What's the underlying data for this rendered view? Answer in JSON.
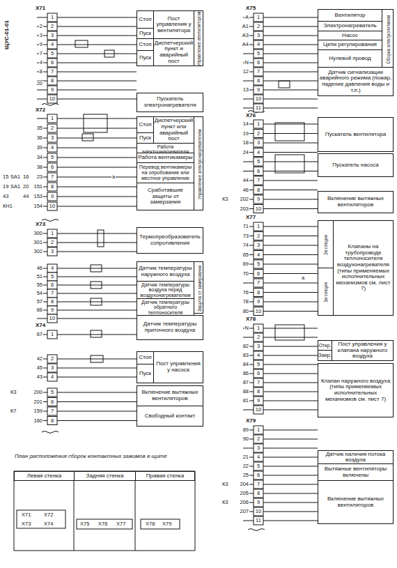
{
  "diagram": {
    "title": "ЩУС-01-01",
    "nodes": [
      {
        "text": [
          "Стоп"
        ]
      },
      {
        "text": [
          "Пуск"
        ]
      },
      {
        "text": [
          "Стоп"
        ]
      },
      {
        "text": [
          "Пуск"
        ]
      },
      {
        "text": [
          "Пост управления у вентилятора"
        ]
      },
      {
        "text": [
          "Диспетчерский пункт и аварийный пост"
        ]
      },
      {
        "text": [
          "Управление вентилятором"
        ]
      },
      {
        "text": [
          "Пускатель электронагревателя"
        ]
      },
      {
        "text": [
          "Стоп"
        ]
      },
      {
        "text": [
          "Пуск"
        ]
      },
      {
        "text": [
          "Диспетчерский пункт или аварийный пост"
        ]
      },
      {
        "text": [
          "Управление электронагревателем"
        ]
      },
      {
        "text": [
          "Работа электронагревателя"
        ]
      },
      {
        "text": [
          "Работа вентикамеры"
        ]
      },
      {
        "text": [
          "Перевод вентикамеры на опробование или местное управление"
        ]
      },
      {
        "text": [
          "Сработавшие защиты от замерзания"
        ]
      },
      {
        "text": [
          "Термопреобразователь сопротивления"
        ]
      },
      {
        "text": [
          "Датчик температуры наружного воздуха"
        ]
      },
      {
        "text": [
          "Датчик температуры воздуха перед воздухонагревателем"
        ]
      },
      {
        "text": [
          "Датчик температуры обратного теплоносителя"
        ]
      },
      {
        "text": [
          "Защита от замерзания"
        ]
      },
      {
        "text": [
          "Датчик температуры приточного воздуха"
        ]
      },
      {
        "text": [
          "Стоп"
        ]
      },
      {
        "text": [
          "Пуск"
        ]
      },
      {
        "text": [
          "Пост управления у насоса"
        ]
      },
      {
        "text": [
          "Включение вытяжных вентиляторов"
        ]
      },
      {
        "text": [
          "Свободный контакт"
        ]
      },
      {
        "text": [
          "Левая стенка"
        ]
      },
      {
        "text": [
          "Задняя стенка"
        ]
      },
      {
        "text": [
          "Правая стенка"
        ]
      },
      {
        "text": [
          "Вентилятор"
        ]
      },
      {
        "text": [
          "Электронагреватель"
        ]
      },
      {
        "text": [
          "Насос"
        ]
      },
      {
        "text": [
          "Цепи регулирования"
        ]
      },
      {
        "text": [
          "Нулевой провод"
        ]
      },
      {
        "text": [
          "Сборка электропитания"
        ]
      },
      {
        "text": [
          "Датчик сигнализации аварийного режима (пожар, падение давления воды и т.п.)"
        ]
      },
      {
        "text": [
          "Пускатель вентилятора"
        ]
      },
      {
        "text": [
          "Пускатель насоса"
        ]
      },
      {
        "text": [
          "Включение вытяжных вентиляторов"
        ]
      },
      {
        "text": [
          "2я секция"
        ]
      },
      {
        "text": [
          "1я секция"
        ]
      },
      {
        "text": [
          "Клапаны на трубопроводе теплоносителя воздухонагревателя (типы применяемых исполнительных механизмов см. лист 7)"
        ]
      },
      {
        "text": [
          "Откр."
        ]
      },
      {
        "text": [
          "Закр."
        ]
      },
      {
        "text": [
          "Пост управления у клапана наружного воздуха"
        ]
      },
      {
        "text": [
          "Клапан наружного воздуха (типы применяемых исполнительных механизмов см. лист 7)"
        ]
      },
      {
        "text": [
          "Датчик наличия потока воздуха"
        ]
      },
      {
        "text": [
          "Вытяжные вентиляторы включены"
        ]
      },
      {
        "text": [
          "Включение вытяжных вентиляторов"
        ]
      }
    ],
    "labels": [
      "X71",
      "1",
      "2",
      "3",
      "4",
      "5",
      "6",
      "7",
      "8",
      "9",
      "10",
      "2",
      "3",
      "9",
      "7",
      "4",
      "8",
      "20",
      "X72",
      "1",
      "2",
      "3",
      "4",
      "5",
      "6",
      "7",
      "8",
      "9",
      "10",
      "35",
      "36",
      "39",
      "34",
      "38",
      "15",
      "SA1",
      "16",
      "23",
      "19",
      "SA1",
      "20",
      "151",
      "43",
      "44",
      "153",
      "КН1",
      "154",
      "а",
      "X73",
      "1",
      "2",
      "3",
      "4",
      "5",
      "6",
      "7",
      "8",
      "9",
      "10",
      "300",
      "301",
      "302",
      "46",
      "51",
      "55",
      "54",
      "57",
      "66",
      "X74",
      "1",
      "2",
      "3",
      "4",
      "5",
      "6",
      "7",
      "8",
      "67",
      "42",
      "45",
      "43",
      "К3",
      "200",
      "201",
      "К7",
      "159",
      "160",
      "План расположения сборок контактных зажимов в щите",
      "X71",
      "X72",
      "X73",
      "X74",
      "X75",
      "X76",
      "X77",
      "X78",
      "X79",
      "X75",
      "1",
      "2",
      "3",
      "4",
      "5",
      "6",
      "7",
      "8",
      "9",
      "10",
      "11",
      "А",
      "А1",
      "А3",
      "А4",
      "N",
      "12",
      "13",
      "X76",
      "1",
      "2",
      "3",
      "4",
      "5",
      "6",
      "7",
      "8",
      "9",
      "10",
      "14",
      "19",
      "18",
      "24",
      "44",
      "46",
      "К3",
      "202",
      "203",
      "X77",
      "1",
      "2",
      "3",
      "4",
      "5",
      "6",
      "7",
      "8",
      "9",
      "10",
      "71",
      "73",
      "74",
      "65",
      "69",
      "70",
      "76",
      "78",
      "80",
      "а",
      "X78",
      "1",
      "2",
      "3",
      "4",
      "5",
      "6",
      "7",
      "8",
      "9",
      "10",
      "N",
      "82",
      "83",
      "84",
      "86",
      "87",
      "88",
      "81",
      "X79",
      "1",
      "2",
      "3",
      "4",
      "5",
      "6",
      "7",
      "8",
      "9",
      "10",
      "11",
      "89",
      "90",
      "21",
      "22",
      "25",
      "К3",
      "204",
      "205",
      "К3",
      "206",
      "207"
    ]
  }
}
